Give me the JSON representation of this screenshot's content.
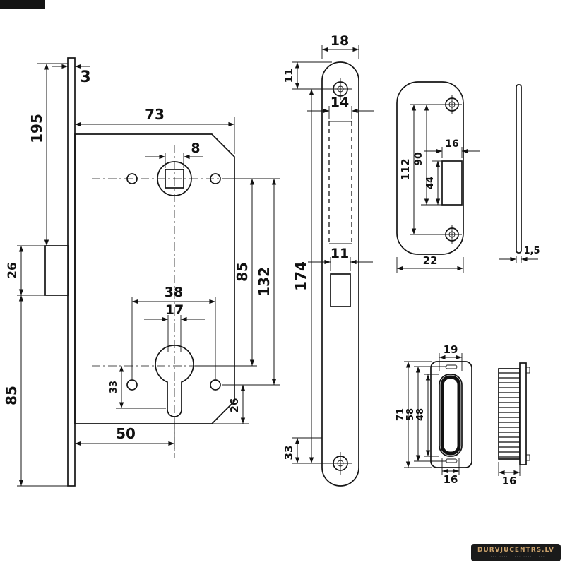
{
  "watermark": {
    "title": "DURVJUCENTRS.LV",
    "subtitle": "·····  ····  ·····  ····  ·····"
  },
  "dims": {
    "lock_3": "3",
    "lock_195": "195",
    "lock_26_latch": "26",
    "lock_85_left": "85",
    "lock_73": "73",
    "lock_8": "8",
    "lock_85_right": "85",
    "lock_132": "132",
    "lock_38": "38",
    "lock_17": "17",
    "lock_33": "33",
    "lock_26_bottom": "26",
    "lock_50": "50",
    "face_18": "18",
    "face_11_top": "11",
    "face_14": "14",
    "face_11_mid": "11",
    "face_174": "174",
    "face_33": "33",
    "strike_16": "16",
    "strike_44": "44",
    "strike_90": "90",
    "strike_112": "112",
    "strike_22": "22",
    "strike_thickness": "1,5",
    "mag_19": "19",
    "mag_71": "71",
    "mag_58": "58",
    "mag_48": "48",
    "mag_16": "16",
    "magside_16": "16"
  }
}
